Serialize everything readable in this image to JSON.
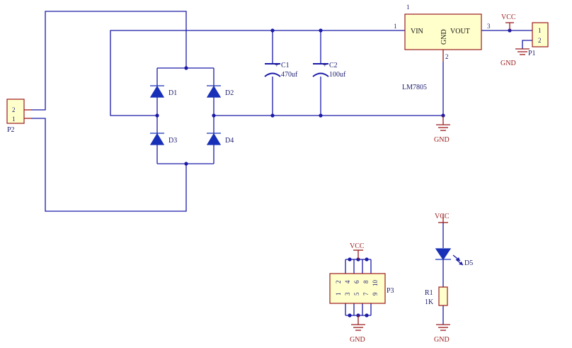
{
  "colors": {
    "wire": "#1a1aa8",
    "power": "#9b1b1b",
    "component_body": "#ffffcc",
    "diode": "#1830b8",
    "label": "#1b1b6e"
  },
  "components": {
    "p2": {
      "ref": "P2",
      "pins": [
        "2",
        "1"
      ]
    },
    "d1": {
      "ref": "D1"
    },
    "d2": {
      "ref": "D2"
    },
    "d3": {
      "ref": "D3"
    },
    "d4": {
      "ref": "D4"
    },
    "c1": {
      "ref": "C1",
      "value": "470uf",
      "polarity": "+"
    },
    "c2": {
      "ref": "C2",
      "value": "100uf",
      "polarity": "+"
    },
    "u1": {
      "part": "LM7805",
      "pin_vin": "VIN",
      "pin_gnd": "GND",
      "pin_vout": "VOUT",
      "pin1": "1",
      "pin2": "2",
      "pin3": "3"
    },
    "p1": {
      "ref": "P1",
      "pins": [
        "1",
        "2"
      ]
    },
    "p3": {
      "ref": "P3",
      "pins_top": [
        "2",
        "4",
        "6",
        "8",
        "10"
      ],
      "pins_bottom": [
        "1",
        "3",
        "5",
        "7",
        "9"
      ]
    },
    "d5": {
      "ref": "D5"
    },
    "r1": {
      "ref": "R1",
      "value": "1K"
    }
  },
  "power": {
    "vcc_p1": "VCC",
    "gnd_p1": "GND",
    "gnd_reg": "GND",
    "vcc_p3": "VCC",
    "gnd_p3": "GND",
    "vcc_led": "VCC",
    "gnd_led": "GND"
  }
}
